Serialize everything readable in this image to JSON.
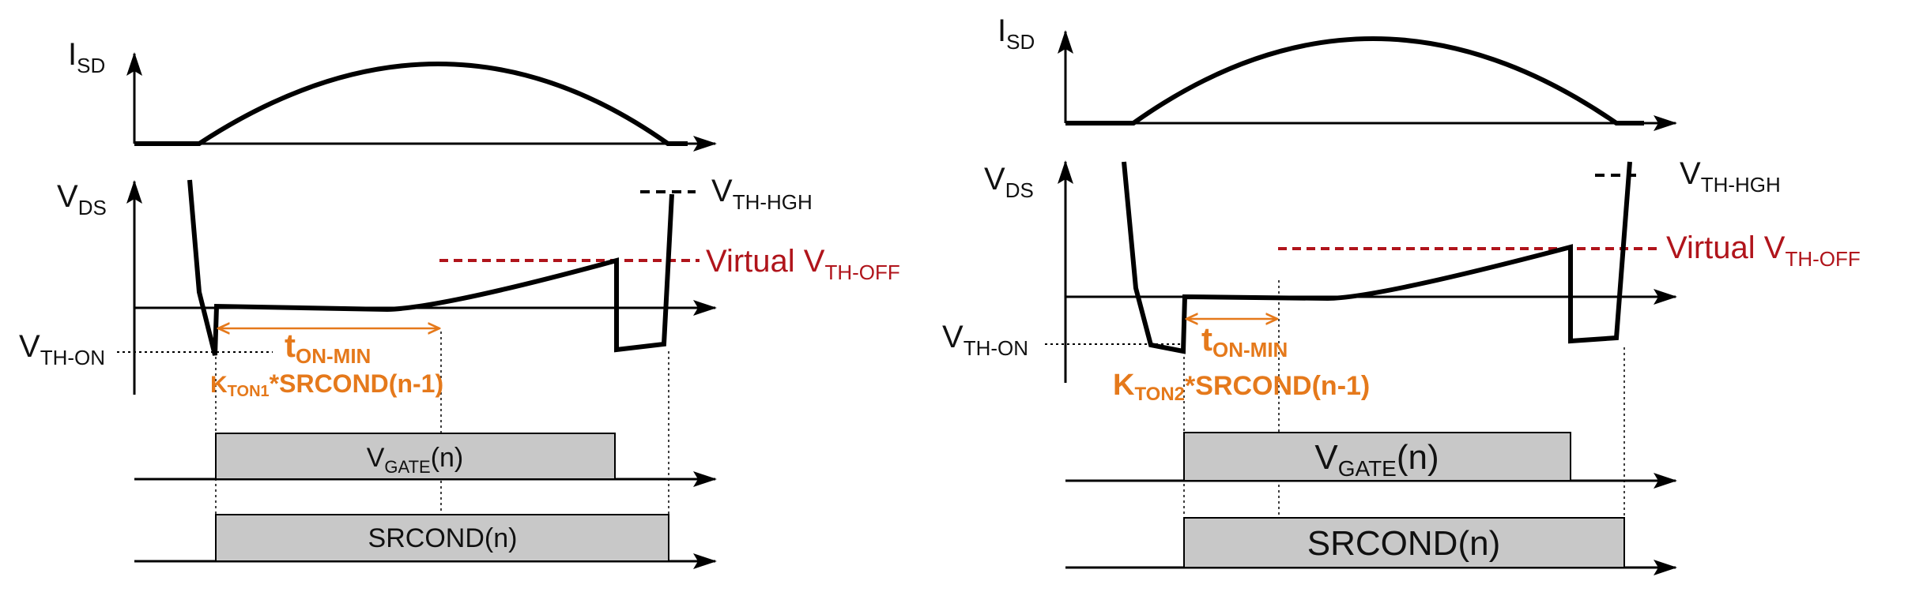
{
  "colors": {
    "waveform": "#000000",
    "annotation": "#e5791b",
    "virtual_threshold": "#b0141b",
    "gate_box": "#c8c8c8"
  },
  "left_panel": {
    "isd_label": {
      "main": "I",
      "sub": "SD"
    },
    "vds_label": {
      "main": "V",
      "sub": "DS"
    },
    "vth_hgh_label": {
      "main": "V",
      "sub": "TH-HGH"
    },
    "vth_off_label": {
      "main": "Virtual V",
      "sub": "TH-OFF"
    },
    "vth_on_label": {
      "main": "V",
      "sub": "TH-ON"
    },
    "ton_min_label": {
      "main": "t",
      "sub": "ON-MIN"
    },
    "kton_label": {
      "main": "K",
      "sub": "TON1",
      "suffix": "*SRCOND(n-1)"
    },
    "vgate_box": {
      "main": "V",
      "sub": "GATE",
      "suffix": "(n)"
    },
    "srcond_box": {
      "text": "SRCOND(n)"
    }
  },
  "right_panel": {
    "isd_label": {
      "main": "I",
      "sub": "SD"
    },
    "vds_label": {
      "main": "V",
      "sub": "DS"
    },
    "vth_hgh_label": {
      "main": "V",
      "sub": "TH-HGH"
    },
    "vth_off_label": {
      "main": "Virtual V",
      "sub": "TH-OFF"
    },
    "vth_on_label": {
      "main": "V",
      "sub": "TH-ON"
    },
    "ton_min_label": {
      "main": "t",
      "sub": "ON-MIN"
    },
    "kton_label": {
      "main": "K",
      "sub": "TON2",
      "suffix": "*SRCOND(n-1)"
    },
    "vgate_box": {
      "main": "V",
      "sub": "GATE",
      "suffix": "(n)"
    },
    "srcond_box": {
      "text": "SRCOND(n)"
    }
  }
}
